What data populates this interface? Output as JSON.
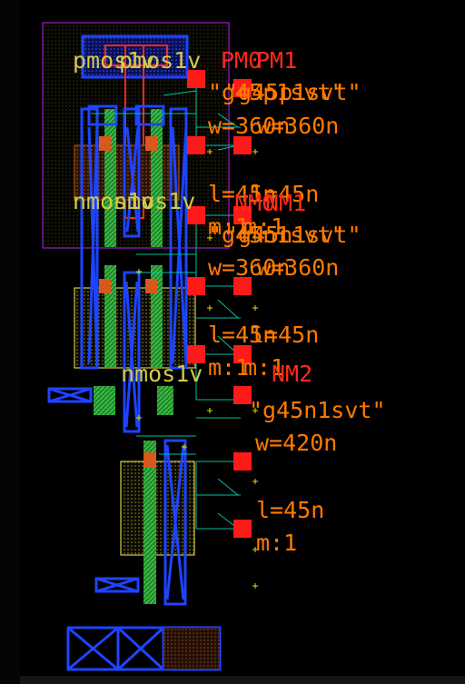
{
  "editor": {
    "title": "",
    "background": "#000000",
    "colors": {
      "poly": "#1f3dff",
      "diffusion": "#e0e000",
      "metal": "#1e44ff",
      "green_layer": "#39c43a",
      "contact": "#ff0000",
      "label_orange": "#ff7a00",
      "label_red": "#ff2a1a",
      "label_yellow": "#d4c94a",
      "boundary": "#9a1fbf",
      "wire": "#00c0a0"
    }
  },
  "devices": [
    {
      "name_a": "PM0",
      "name_b": "PM1",
      "model": "\"g45p1svt\"",
      "model_overlap": "\"g45p1svt\"",
      "width": "w=360n",
      "width_overlap": "w=360n",
      "length": "l=45n",
      "length_overlap": "l=45n",
      "mult": "m:1",
      "mult_overlap": "m:1"
    },
    {
      "name_a": "NM0",
      "name_b": "NM1",
      "model": "\"g45n1svt\"",
      "model_overlap": "\"g45n1svt\"",
      "width": "w=360n",
      "width_overlap": "w=360n",
      "length": "l=45n",
      "length_overlap": "l=45n",
      "mult": "m:1",
      "mult_overlap": "m:1"
    },
    {
      "name_a": "NM2",
      "model": "\"g45n1svt\"",
      "width": "w=420n",
      "length": "l=45n",
      "mult": "m:1"
    }
  ],
  "cell_labels": {
    "pmos_a": "pmos1v",
    "pmos_b": "pmos1v",
    "nmos_a": "nmos1v",
    "nmos_b": "nmos1v",
    "nmos_c": "nmos1v"
  }
}
